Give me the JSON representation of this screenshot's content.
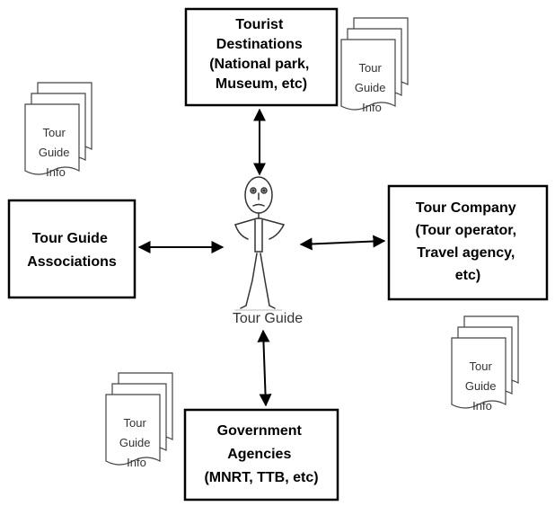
{
  "boxes": {
    "destinations": {
      "lines": [
        "Tourist",
        "Destinations",
        "(National park,",
        "Museum, etc)"
      ]
    },
    "associations": {
      "lines": [
        "Tour Guide",
        "Associations"
      ]
    },
    "company": {
      "lines": [
        "Tour Company",
        "(Tour operator,",
        "Travel agency,",
        "etc)"
      ]
    },
    "government": {
      "lines": [
        "Government",
        "Agencies",
        "(MNRT, TTB, etc)"
      ]
    }
  },
  "documents": {
    "line1": "Tour",
    "line2": "Guide",
    "line3": "Info"
  },
  "center": {
    "caption": "Tour Guide"
  }
}
